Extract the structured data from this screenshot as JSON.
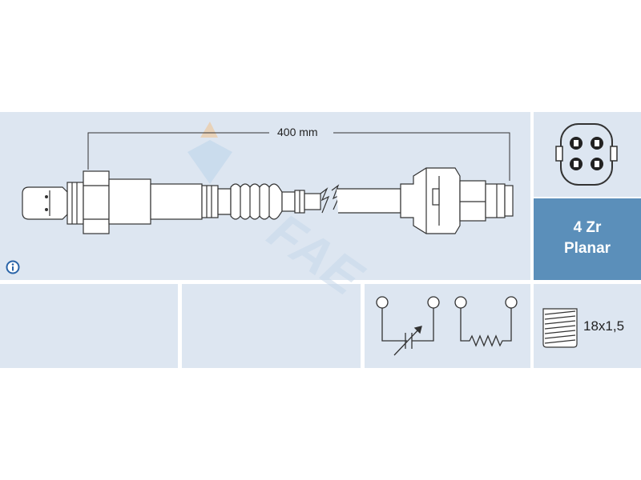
{
  "dimension": {
    "length_label": "400 mm"
  },
  "sensor_spec": {
    "line1": "4 Zr",
    "line2": "Planar"
  },
  "thread": {
    "size_label": "18x1,5"
  },
  "watermark": {
    "text": "FAE"
  },
  "colors": {
    "panel": "#dde6f1",
    "accent": "#5b8fba",
    "line": "#333333"
  }
}
